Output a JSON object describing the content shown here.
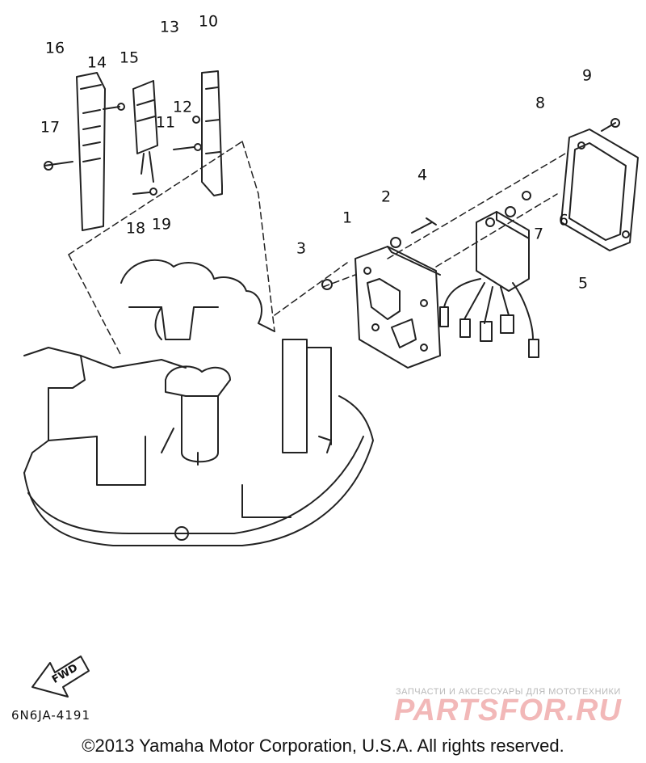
{
  "diagram": {
    "callouts": [
      "1",
      "2",
      "3",
      "4",
      "5",
      "6",
      "7",
      "8",
      "9",
      "10",
      "11",
      "12",
      "13",
      "14",
      "15",
      "16",
      "17",
      "18",
      "19"
    ],
    "part_code": "6N6JA-4191",
    "fwd_label": "FWD",
    "copyright": "©2013 Yamaha Motor Corporation, U.S.A. All rights reserved.",
    "line_color": "#222222"
  },
  "watermark": {
    "tagline": "ЗАПЧАСТИ И АКСЕССУАРЫ ДЛЯ МОТОТЕХНИКИ",
    "logo": "PARTSFOR.RU",
    "color": "#f2b8b8"
  }
}
